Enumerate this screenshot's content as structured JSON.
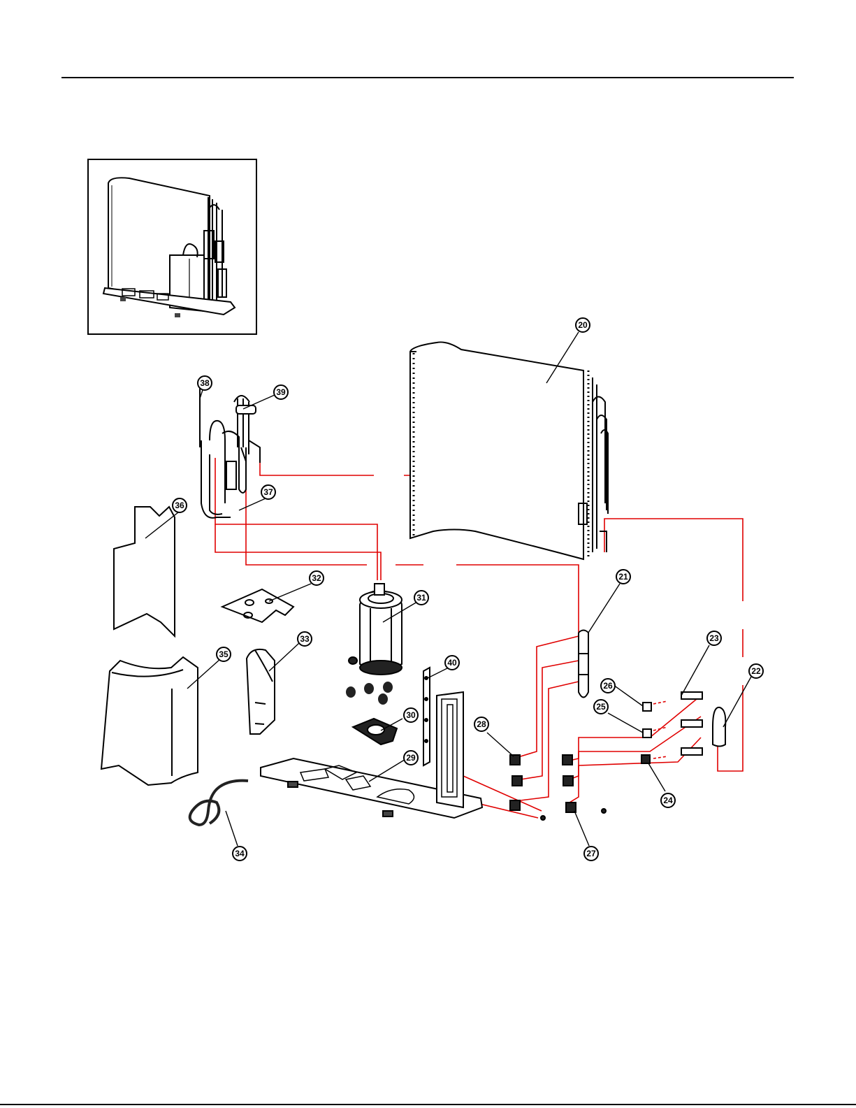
{
  "colors": {
    "line": "#000000",
    "refrigerant_tubing": "#e00000",
    "background": "#ffffff"
  },
  "callouts": [
    {
      "id": "c20",
      "label": "20"
    },
    {
      "id": "c21",
      "label": "21"
    },
    {
      "id": "c22",
      "label": "22"
    },
    {
      "id": "c23",
      "label": "23"
    },
    {
      "id": "c24",
      "label": "24"
    },
    {
      "id": "c25",
      "label": "25"
    },
    {
      "id": "c26",
      "label": "26"
    },
    {
      "id": "c27",
      "label": "27"
    },
    {
      "id": "c28",
      "label": "28"
    },
    {
      "id": "c29",
      "label": "29"
    },
    {
      "id": "c30",
      "label": "30"
    },
    {
      "id": "c31",
      "label": "31"
    },
    {
      "id": "c32",
      "label": "32"
    },
    {
      "id": "c33",
      "label": "33"
    },
    {
      "id": "c34",
      "label": "34"
    },
    {
      "id": "c35",
      "label": "35"
    },
    {
      "id": "c36",
      "label": "36"
    },
    {
      "id": "c37",
      "label": "37"
    },
    {
      "id": "c38",
      "label": "38"
    },
    {
      "id": "c39",
      "label": "39"
    },
    {
      "id": "c40",
      "label": "40"
    }
  ]
}
